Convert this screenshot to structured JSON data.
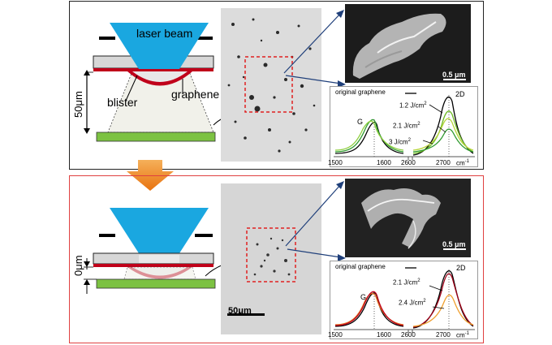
{
  "top": {
    "laser_label": "laser beam",
    "blister_label": "blister",
    "graphene_label": "graphene",
    "gap_label": "50μm",
    "sem_scale": "0.5 μm",
    "spectrum": {
      "legend": "original graphene",
      "peak_G": "G",
      "peak_2D": "2D",
      "fluence_1": "1.2 J/cm",
      "fluence_2": "2.1 J/cm",
      "fluence_3": "3 J/cm",
      "superscript": "2",
      "x_ticks": [
        "1500",
        "1600",
        "2600",
        "2700"
      ],
      "x_unit": "cm",
      "x_unit_sup": "-1"
    }
  },
  "bottom": {
    "gap_label": "0μm",
    "micro_scale": "50μm",
    "sem_scale": "0.5 μm",
    "spectrum": {
      "legend": "original graphene",
      "peak_G": "G",
      "peak_2D": "2D",
      "fluence_1": "2.1 J/cm",
      "fluence_2": "2.4 J/cm",
      "superscript": "2",
      "x_ticks": [
        "1500",
        "1600",
        "2600",
        "2700"
      ],
      "x_unit": "cm",
      "x_unit_sup": "-1"
    }
  },
  "colors": {
    "laser": "#1aa7e0",
    "graphene": "#c0001a",
    "substrate": "#7cc242",
    "arrow": "#f08a1c",
    "link": "#1f3f7a",
    "roi": "#e02020"
  }
}
